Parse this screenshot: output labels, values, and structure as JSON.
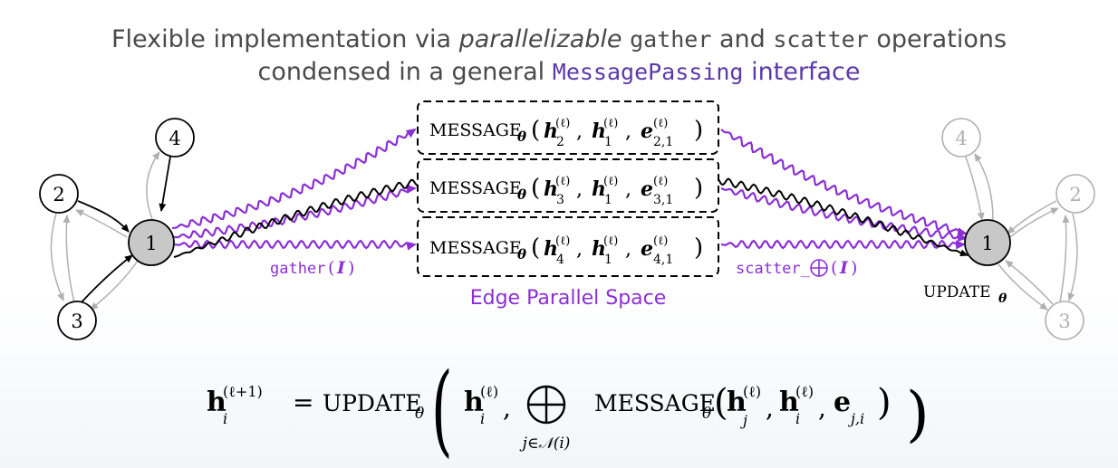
{
  "title": {
    "line1_pre": "Flexible implementation via ",
    "line1_em": "parallelizable",
    "line1_code1": "gather",
    "line1_and": " and ",
    "line1_code2": "scatter",
    "line1_post": " operations",
    "line2_pre": "condensed in a general ",
    "line2_code": "MessagePassing",
    "line2_post": " interface"
  },
  "left_graph": {
    "nodes": [
      "1",
      "2",
      "3",
      "4"
    ]
  },
  "right_graph": {
    "nodes": [
      "1",
      "2",
      "3",
      "4"
    ]
  },
  "message_boxes": [
    {
      "label": "MESSAGE",
      "h_src": "2",
      "h_dst": "1",
      "e_idx": "2,1"
    },
    {
      "label": "MESSAGE",
      "h_src": "3",
      "h_dst": "1",
      "e_idx": "3,1"
    },
    {
      "label": "MESSAGE",
      "h_src": "4",
      "h_dst": "1",
      "e_idx": "4,1"
    }
  ],
  "labels": {
    "gather": "gather",
    "gather_arg": "I",
    "scatter": "scatter_",
    "scatter_arg": "I",
    "edge_parallel_space": "Edge Parallel Space",
    "update": "UPDATE",
    "theta": "θ",
    "ell": "(ℓ)"
  },
  "equation": {
    "lhs": "h",
    "lhs_sub": "i",
    "lhs_sup": "(ℓ+1)",
    "update": "UPDATE",
    "theta": "θ",
    "h_i": "h",
    "h_i_sub": "i",
    "h_sup": "(ℓ)",
    "oplus_sub": "j∈𝒩(i)",
    "message": "MESSAGE",
    "h_j_sub": "j",
    "e": "e",
    "e_sub": "j,i"
  },
  "colors": {
    "purple": "#8b2fd6",
    "dark_purple": "#5b3aa8",
    "grey_edge": "#b0b0b0",
    "node_fill": "#c8c8c8"
  }
}
